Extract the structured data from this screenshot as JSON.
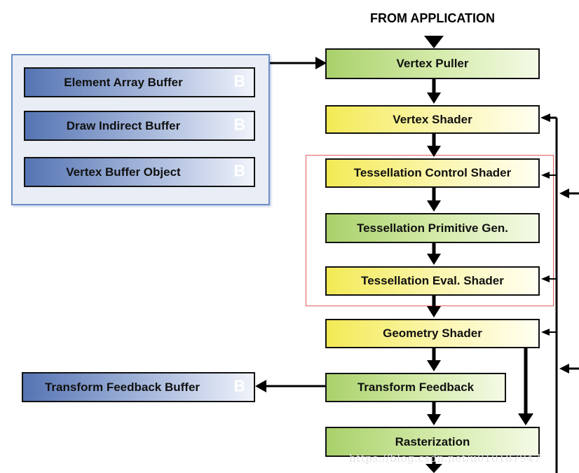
{
  "header": {
    "title": "FROM APPLICATION"
  },
  "buffers": {
    "element_array": "Element Array Buffer",
    "draw_indirect": "Draw Indirect Buffer",
    "vertex_buffer": "Vertex Buffer Object",
    "transform_feedback": "Transform Feedback Buffer",
    "badge": "B"
  },
  "stages": {
    "vertex_puller": "Vertex Puller",
    "vertex_shader": "Vertex Shader",
    "tess_control": "Tessellation Control Shader",
    "tess_primitive": "Tessellation Primitive Gen.",
    "tess_eval": "Tessellation Eval. Shader",
    "geometry_shader": "Geometry Shader",
    "transform_feedback": "Transform Feedback",
    "rasterization": "Rasterization"
  },
  "colors": {
    "fixed_stage": "#a9d16a",
    "programmable_stage": "#f3ea55",
    "buffer": "#5574b3",
    "group_border": "#6f8fc8",
    "highlight_border": "#e06060"
  },
  "watermark": "https://blog.csdn.net/u010187947"
}
